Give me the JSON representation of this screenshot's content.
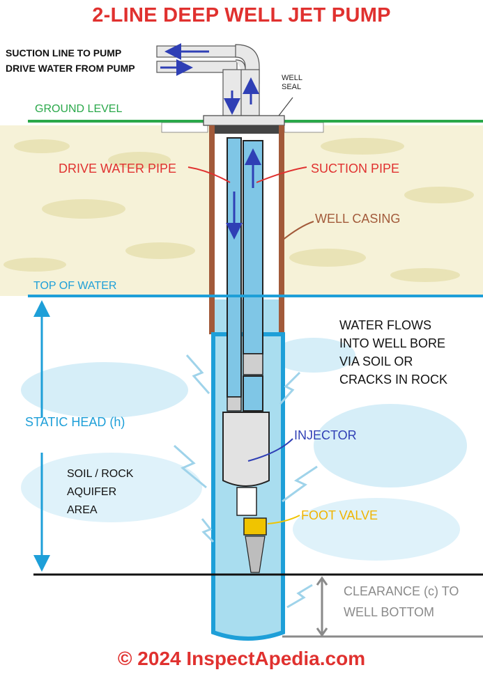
{
  "title": "2-LINE DEEP WELL JET PUMP",
  "labels": {
    "suction_line": "SUCTION LINE TO PUMP",
    "drive_water": "DRIVE WATER FROM PUMP",
    "well_seal": "WELL\nSEAL",
    "ground_level": "GROUND LEVEL",
    "drive_water_pipe": "DRIVE WATER PIPE",
    "suction_pipe": "SUCTION PIPE",
    "well_casing": "WELL CASING",
    "top_of_water": "TOP OF WATER",
    "water_flows": "WATER FLOWS\nINTO WELL BORE\nVIA SOIL OR\nCRACKS IN ROCK",
    "static_head": "STATIC HEAD (h)",
    "injector": "INJECTOR",
    "soil_rock": "SOIL / ROCK\nAQUIFER\nAREA",
    "foot_valve": "FOOT VALVE",
    "clearance": "CLEARANCE (c) TO\nWELL BOTTOM"
  },
  "footer": "© 2024 InspectApedia.com",
  "colors": {
    "title": "#e0312f",
    "red_label": "#e0312f",
    "ground": "#2aa84a",
    "water": "#1e9fd8",
    "water_fill": "#a9ddef",
    "casing": "#a25a3a",
    "foot_valve": "#f0c400",
    "foot_valve_text": "#f0b400",
    "arrow": "#2f3fb5",
    "gray": "#8a8a8a",
    "soil": "#e9e3b6"
  }
}
